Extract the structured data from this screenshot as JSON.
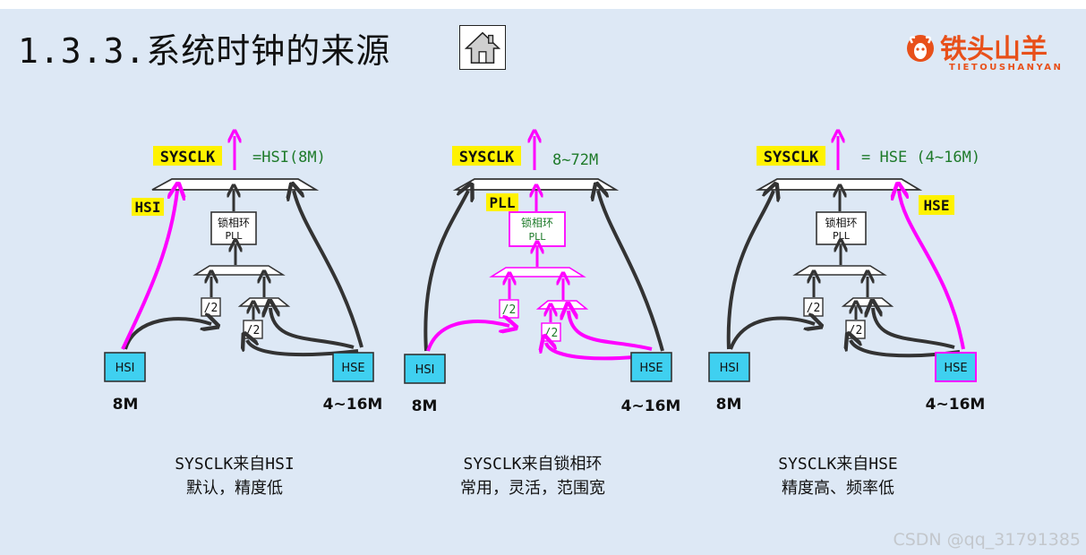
{
  "slide": {
    "title": "1.3.3.系统时钟的来源",
    "home_icon": "home-icon",
    "logo": {
      "name": "铁头山羊",
      "subtitle": "TIETOUSHANYAN",
      "icon": "goat-head-icon"
    }
  },
  "colors": {
    "highlight": "#fff200",
    "oscillator_fill": "#3fd0f0",
    "active_path": "#ff00ff",
    "inactive_path": "#333333",
    "green_text": "#1e7a2a",
    "logo": "#e8501a"
  },
  "diagrams": [
    {
      "sysclk_label": "SYSCLK",
      "freq_note": "=HSI(8M)",
      "source_tag": "HSI",
      "pll_label_line1": "锁相环",
      "pll_label_line2": "PLL",
      "div_left": "/2",
      "div_right": "/2",
      "hsi_label": "HSI",
      "hse_label": "HSE",
      "hsi_freq": "8M",
      "hse_freq": "4~16M",
      "caption_line1": "SYSCLK来自HSI",
      "caption_line2": "默认，精度低"
    },
    {
      "sysclk_label": "SYSCLK",
      "freq_note": "8~72M",
      "source_tag": "PLL",
      "pll_label_line1": "锁相环",
      "pll_label_line2": "PLL",
      "div_left": "/2",
      "div_right": "/2",
      "hsi_label": "HSI",
      "hse_label": "HSE",
      "hsi_freq": "8M",
      "hse_freq": "4~16M",
      "caption_line1": "SYSCLK来自锁相环",
      "caption_line2": "常用，灵活，范围宽"
    },
    {
      "sysclk_label": "SYSCLK",
      "freq_note": "= HSE (4~16M)",
      "source_tag": "HSE",
      "pll_label_line1": "锁相环",
      "pll_label_line2": "PLL",
      "div_left": "/2",
      "div_right": "/2",
      "hsi_label": "HSI",
      "hse_label": "HSE",
      "hsi_freq": "8M",
      "hse_freq": "4~16M",
      "caption_line1": "SYSCLK来自HSE",
      "caption_line2": "精度高、频率低"
    }
  ],
  "watermark": "CSDN @qq_31791385"
}
